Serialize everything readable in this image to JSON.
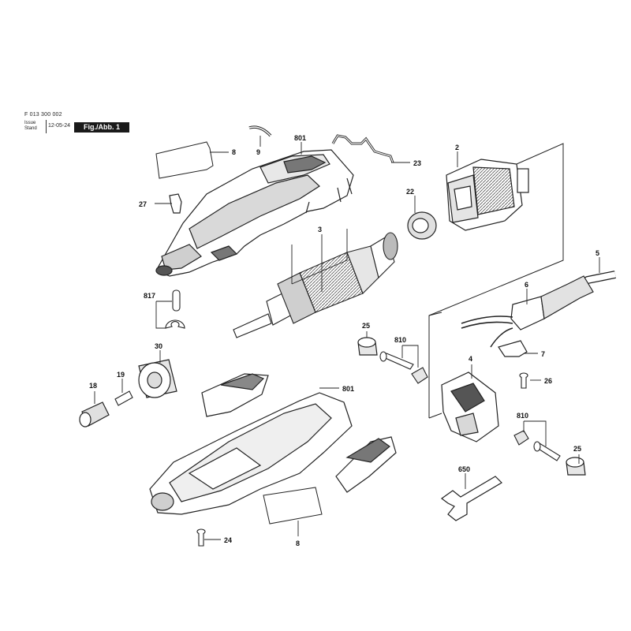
{
  "header": {
    "doc_number": "F 013 300 002",
    "issue_label": "Issue",
    "stand_label": "Stand",
    "date": "12-05-24",
    "figure_label": "Fig./Abb. 1"
  },
  "parts": [
    {
      "id": "p8a",
      "label": "8"
    },
    {
      "id": "p9",
      "label": "9"
    },
    {
      "id": "p801a",
      "label": "801"
    },
    {
      "id": "p23",
      "label": "23"
    },
    {
      "id": "p2",
      "label": "2"
    },
    {
      "id": "p27",
      "label": "27"
    },
    {
      "id": "p22",
      "label": "22"
    },
    {
      "id": "p3",
      "label": "3"
    },
    {
      "id": "p5",
      "label": "5"
    },
    {
      "id": "p817",
      "label": "817"
    },
    {
      "id": "p6",
      "label": "6"
    },
    {
      "id": "p25a",
      "label": "25"
    },
    {
      "id": "p810a",
      "label": "810"
    },
    {
      "id": "p7",
      "label": "7"
    },
    {
      "id": "p30",
      "label": "30"
    },
    {
      "id": "p4",
      "label": "4"
    },
    {
      "id": "p26",
      "label": "26"
    },
    {
      "id": "p18",
      "label": "18"
    },
    {
      "id": "p19",
      "label": "19"
    },
    {
      "id": "p801b",
      "label": "801"
    },
    {
      "id": "p810b",
      "label": "810"
    },
    {
      "id": "p25b",
      "label": "25"
    },
    {
      "id": "p650",
      "label": "650"
    },
    {
      "id": "p24",
      "label": "24"
    },
    {
      "id": "p8b",
      "label": "8"
    }
  ]
}
